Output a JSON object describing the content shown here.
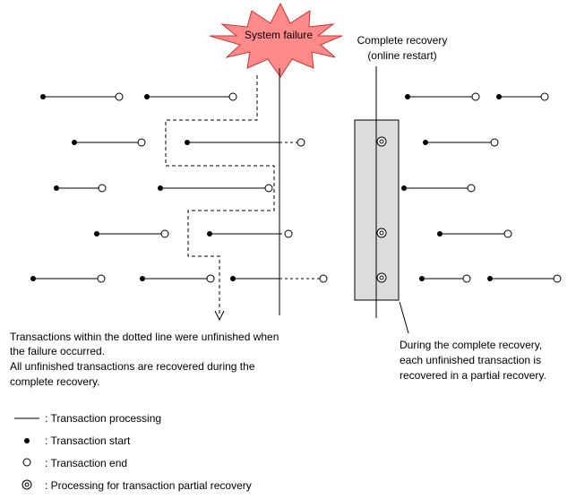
{
  "burst_label": "System failure",
  "recovery": {
    "line1": "Complete recovery",
    "line2": "(online restart)"
  },
  "note_left": [
    "Transactions within the dotted line were unfinished when",
    "the failure occurred.",
    "All unfinished transactions are recovered during the",
    "complete recovery."
  ],
  "note_right": [
    "During the complete recovery,",
    "each unfinished transaction is",
    "recovered in a partial recovery."
  ],
  "legend": [
    {
      "symbol": "line",
      "label": ": Transaction processing"
    },
    {
      "symbol": "start-dot",
      "label": ": Transaction start"
    },
    {
      "symbol": "end-circle",
      "label": ": Transaction end"
    },
    {
      "symbol": "double-circle",
      "label": ": Processing for transaction partial recovery"
    }
  ],
  "colors": {
    "burst_fill": "#ff8a8a",
    "burst_stroke": "#d03030",
    "recovery_box": "#dcdcdc",
    "line": "#000000"
  }
}
